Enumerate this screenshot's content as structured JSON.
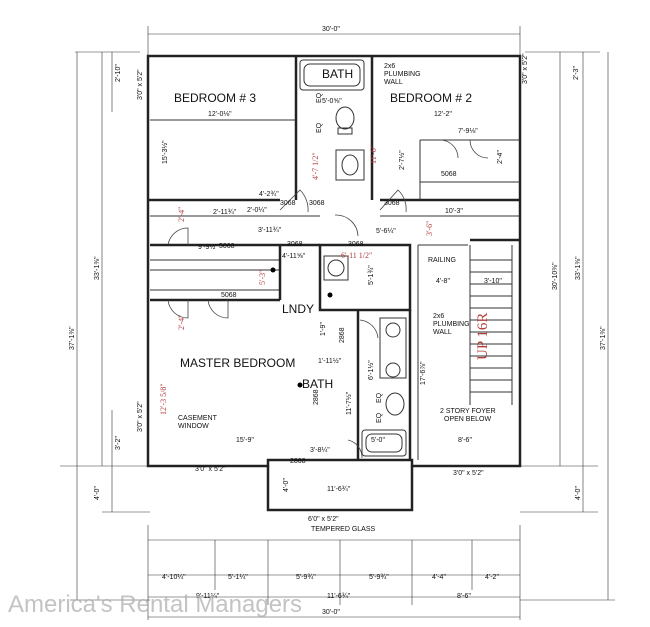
{
  "rooms": {
    "bath_top": "BATH",
    "bedroom3": "BEDROOM # 3",
    "bedroom2": "BEDROOM # 2",
    "lndy": "LNDY",
    "master": "MASTER BEDROOM",
    "bath_master": "BATH"
  },
  "notes": {
    "plumbing_top": [
      "2x6",
      "PLUMBING",
      "WALL"
    ],
    "plumbing_mid": [
      "2x6",
      "PLUMBING",
      "WALL"
    ],
    "railing": "RAILING",
    "casement": [
      "CASEMENT",
      "WINDOW"
    ],
    "foyer": [
      "2 STORY FOYER",
      "OPEN BELOW"
    ],
    "tempered": "TEMPERED GLASS",
    "stairs": "UP 16R",
    "eq1": "EQ",
    "eq2": "EQ",
    "eq3": "EQ",
    "eq4": "EQ"
  },
  "dims": {
    "top_overall": "30'-0\"",
    "bottom_overall": "30'-0\"",
    "left_overall": "37'-1⅜\"",
    "left_inner": "33'-1⅜\"",
    "right_overall": "37'-1⅜\"",
    "right_inner": "33'-1⅜\"",
    "right_mid": "30'-10⅜\"",
    "left_top": "2'-10\"",
    "right_top": "2'-3\"",
    "left_low": "3'-2\"",
    "left_bottom": "4'-0\"",
    "right_bottom": "4'-0\"",
    "bed3_width": "12'-0⅛\"",
    "bath_width": "5'-0⅝\"",
    "bed2_width": "12'-2\"",
    "bed3_height": "15'-3½\"",
    "d_7_9": "7'-9⅛\"",
    "d_2_4a": "2'-4\"",
    "d_11_6": "11'-6\"",
    "d_2_7": "2'-7½\"",
    "d_4_7": "4'-7 1/2\"",
    "d_4_2": "4'-2¾\"",
    "d_2_0": "2'-0¼\"",
    "d_2_11": "2'-11¾\"",
    "d_3_11": "3'-11¾\"",
    "d_5_6": "5'-6¼\"",
    "d_10_3": "10'-3\"",
    "d_3_6": "3'-6\"",
    "d_2_4_red": "2'-4\"",
    "d_9_9": "9'-9½\"",
    "d_4_11": "4'-11⅝\"",
    "d_6_11": "6'-11 1/2\"",
    "d_5_1": "5'-1¾\"",
    "d_4_8": "4'-8\"",
    "d_3_10": "3'-10\"",
    "d_17_6": "17'-6⅞\"",
    "d_2_4_red2": "2'-4\"",
    "d_5_3": "5'-3\"",
    "d_1_9": "1'-9\"",
    "d_1_11": "1'-11½\"",
    "d_6_1": "6'-1½\"",
    "d_12_3": "12'-3 5/8\"",
    "d_11_7": "11'-7½\"",
    "d_5_0": "5'-0\"",
    "d_15_9": "15'-9\"",
    "d_8_6": "8'-6\"",
    "d_3_8": "3'-8¼\"",
    "d_4_0_low": "4'-0\"",
    "d_11_6b": "11'-6¾\"",
    "b1": "4'-10¼\"",
    "b2": "5'-1¼\"",
    "b3": "5'-9¾\"",
    "b4": "5'-9¾\"",
    "b5": "4'-4\"",
    "b6": "4'-2\"",
    "b7": "9'-11¼\"",
    "b8": "11'-6¾\"",
    "b9": "8'-6\""
  },
  "labels": {
    "door_3068a": "3068",
    "door_3068b": "3068",
    "door_3068c": "3068",
    "door_3068d": "3068",
    "door_3068e": "3068",
    "door_2868a": "2868",
    "door_2868b": "2868",
    "door_2868c": "2868",
    "door_5068a": "5068",
    "door_5068b": "5068",
    "door_5068c": "5068",
    "win_left_top": "3'0\" x 5'2\"",
    "win_right_top": "3'0\" x 5'2\"",
    "win_left_mid": "3'0\" x 5'2\"",
    "win_bot_left": "3'0\" x 5'2\"",
    "win_bot_right": "3'0\" x 5'2\"",
    "win_bottom": "6'0\" x 5'2\""
  },
  "watermark": "America's Rental Managers"
}
